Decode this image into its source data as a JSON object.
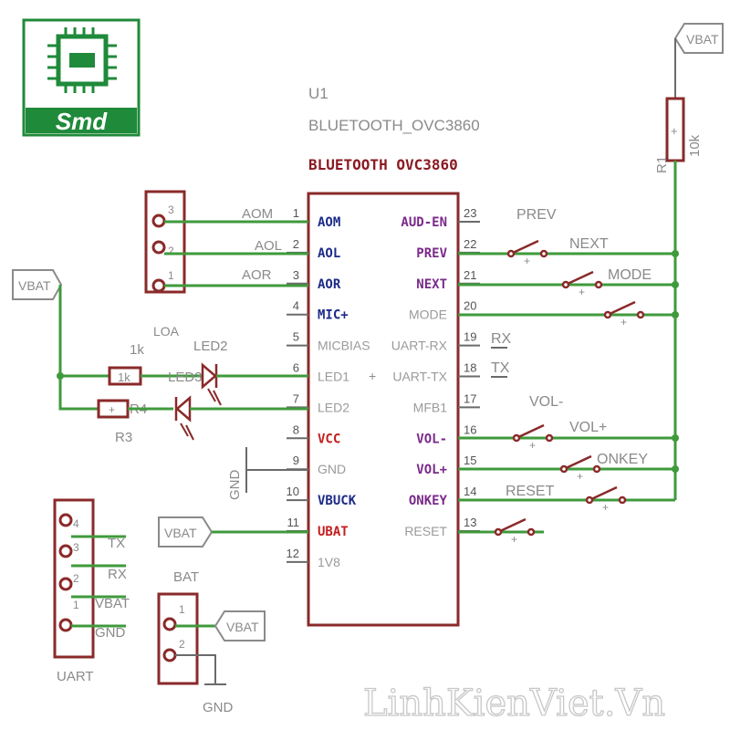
{
  "logo": {
    "text": "Smd",
    "color": "#1f8a3a"
  },
  "watermark": "LinhKienViet.Vn",
  "chip": {
    "ref": "U1",
    "value_grey": "BLUETOOTH_OVC3860",
    "value_bold": "BLUETOOTH OVC3860",
    "plus": "+",
    "left_pins": [
      {
        "num": "1",
        "label": "AOM",
        "style": "blue"
      },
      {
        "num": "2",
        "label": "AOL",
        "style": "blue"
      },
      {
        "num": "3",
        "label": "AOR",
        "style": "blue"
      },
      {
        "num": "4",
        "label": "MIC+",
        "style": "blue"
      },
      {
        "num": "5",
        "label": "MICBIAS",
        "style": "grey"
      },
      {
        "num": "6",
        "label": "LED1",
        "style": "grey"
      },
      {
        "num": "7",
        "label": "LED2",
        "style": "grey"
      },
      {
        "num": "8",
        "label": "VCC",
        "style": "red"
      },
      {
        "num": "9",
        "label": "GND",
        "style": "grey"
      },
      {
        "num": "10",
        "label": "VBUCK",
        "style": "blue"
      },
      {
        "num": "11",
        "label": "UBAT",
        "style": "red"
      },
      {
        "num": "12",
        "label": "1V8",
        "style": "grey"
      }
    ],
    "right_pins": [
      {
        "num": "23",
        "label": "AUD-EN",
        "style": "purple"
      },
      {
        "num": "22",
        "label": "PREV",
        "style": "purple"
      },
      {
        "num": "21",
        "label": "NEXT",
        "style": "purple"
      },
      {
        "num": "20",
        "label": "MODE",
        "style": "grey"
      },
      {
        "num": "19",
        "label": "UART-RX",
        "style": "grey"
      },
      {
        "num": "18",
        "label": "UART-TX",
        "style": "grey"
      },
      {
        "num": "17",
        "label": "MFB1",
        "style": "grey"
      },
      {
        "num": "16",
        "label": "VOL-",
        "style": "purple"
      },
      {
        "num": "15",
        "label": "VOL+",
        "style": "purple"
      },
      {
        "num": "14",
        "label": "ONKEY",
        "style": "purple"
      },
      {
        "num": "13",
        "label": "RESET",
        "style": "grey"
      }
    ]
  },
  "nets": {
    "aom": "AOM",
    "aol": "AOL",
    "aor": "AOR",
    "rx": "RX",
    "tx": "TX",
    "prev": "PREV",
    "next": "NEXT",
    "mode": "MODE",
    "volm": "VOL-",
    "volp": "VOL+",
    "onkey": "ONKEY",
    "reset": "RESET",
    "gnd_vertical": "GND",
    "gnd_bat": "GND"
  },
  "flags": {
    "vbat_top": "VBAT",
    "vbat_left": "VBAT",
    "vbat_chip": "VBAT",
    "vbat_bat": "VBAT"
  },
  "parts": {
    "r1_ref": "R1",
    "r1_val": "10k",
    "r_led_val": "1k",
    "r_led_text": "1k",
    "r4_ref": "R4",
    "r3_ref": "R3",
    "led2": "LED2",
    "led3": "LED3",
    "loa": "LOA",
    "loa_pins": [
      "3",
      "2",
      "1"
    ],
    "uart": "UART",
    "uart_pins": [
      "4",
      "3",
      "2",
      "1"
    ],
    "uart_labels": [
      "TX",
      "RX",
      "VBAT",
      "GND"
    ],
    "bat": "BAT",
    "bat_pins": [
      "1",
      "2"
    ]
  }
}
